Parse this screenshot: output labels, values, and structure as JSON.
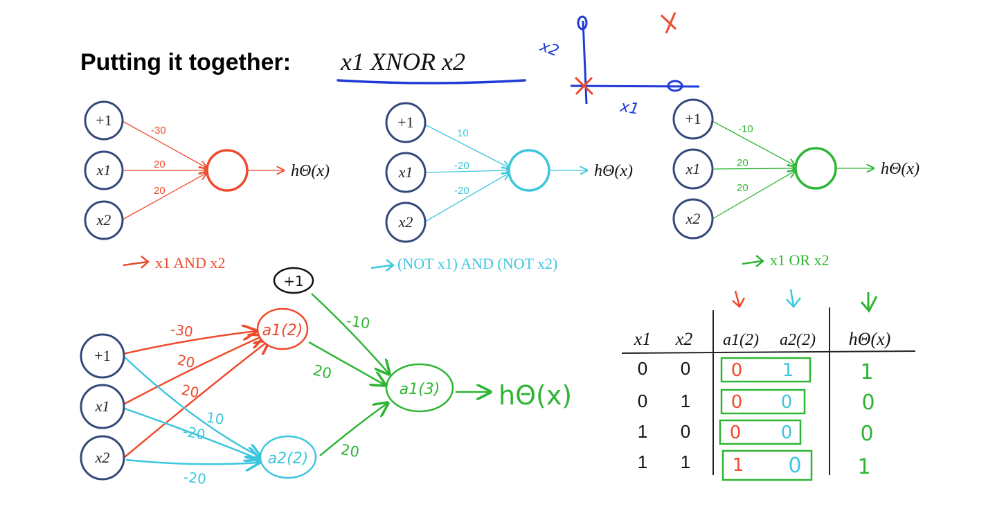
{
  "title": {
    "bold": "Putting it together:",
    "expr": "x1 XNOR x2"
  },
  "sketch": {
    "x1_axis": "x1",
    "x2_axis": "x2"
  },
  "net_and": {
    "bias": "+1",
    "in1": "x1",
    "in2": "x2",
    "w0": "-30",
    "w1": "20",
    "w2": "20",
    "out": "hΘ(x)",
    "caption": "x1 AND x2",
    "color": "#ee4a2c"
  },
  "net_notnot": {
    "bias": "+1",
    "in1": "x1",
    "in2": "x2",
    "w0": "10",
    "w1": "-20",
    "w2": "-20",
    "out": "hΘ(x)",
    "caption": "(NOT x1) AND (NOT x2)",
    "color": "#3cc6dd"
  },
  "net_or": {
    "bias": "+1",
    "in1": "x1",
    "in2": "x2",
    "w0": "-10",
    "w1": "20",
    "w2": "20",
    "out": "hΘ(x)",
    "caption": "x1 OR x2",
    "color": "#2db533"
  },
  "combined": {
    "bias_in": "+1",
    "in1": "x1",
    "in2": "x2",
    "bias_hidden": "+1",
    "a1": "a1(2)",
    "a2": "a2(2)",
    "a3": "a1(3)",
    "out": "hΘ(x)",
    "red_w0": "-30",
    "red_w1": "20",
    "red_w2": "20",
    "cyan_w0": "10",
    "cyan_w1": "-20",
    "cyan_w2": "-20",
    "green_w0": "-10",
    "green_w1": "20",
    "green_w2": "20"
  },
  "table": {
    "headers": [
      "x1",
      "x2",
      "a1(2)",
      "a2(2)",
      "hΘ(x)"
    ],
    "rows": [
      [
        "0",
        "0",
        "0",
        "1",
        "1"
      ],
      [
        "0",
        "1",
        "0",
        "0",
        "0"
      ],
      [
        "1",
        "0",
        "0",
        "0",
        "0"
      ],
      [
        "1",
        "1",
        "1",
        "0",
        "1"
      ]
    ]
  },
  "colors": {
    "red": "#ee4a2c",
    "cyan": "#3cc6dd",
    "green": "#2db533",
    "blue": "#1f3ad6",
    "node_border": "#34497a"
  }
}
